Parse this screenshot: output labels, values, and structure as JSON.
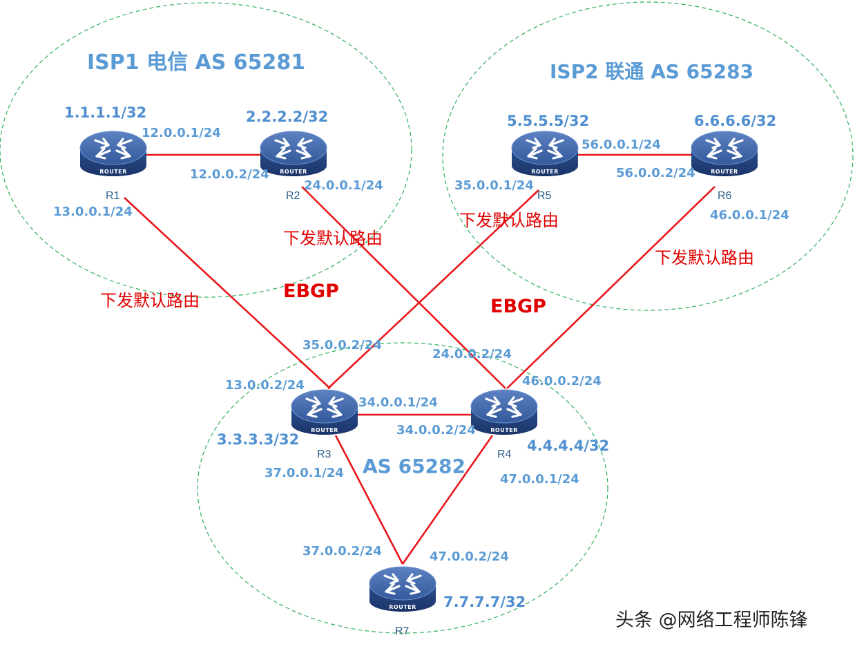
{
  "as_regions": [
    {
      "id": "isp1",
      "label": "ISP1 电信 AS 65281"
    },
    {
      "id": "isp2",
      "label": "ISP2 联通 AS 65283"
    },
    {
      "id": "local",
      "label": "AS 65282"
    }
  ],
  "routers": [
    {
      "id": "R1",
      "name": "R1",
      "icon_text": "ROUTER",
      "loopback": "1.1.1.1/32"
    },
    {
      "id": "R2",
      "name": "R2",
      "icon_text": "ROUTER",
      "loopback": "2.2.2.2/32"
    },
    {
      "id": "R3",
      "name": "R3",
      "icon_text": "ROUTER",
      "loopback": "3.3.3.3/32"
    },
    {
      "id": "R4",
      "name": "R4",
      "icon_text": "ROUTER",
      "loopback": "4.4.4.4/32"
    },
    {
      "id": "R5",
      "name": "R5",
      "icon_text": "ROUTER",
      "loopback": "5.5.5.5/32"
    },
    {
      "id": "R6",
      "name": "R6",
      "icon_text": "ROUTER",
      "loopback": "6.6.6.6/32"
    },
    {
      "id": "R7",
      "name": "R7",
      "icon_text": "ROUTER",
      "loopback": "7.7.7.7/32"
    }
  ],
  "links": [
    {
      "id": "r1-r2",
      "from": "R1",
      "to": "R2",
      "ip_a": "12.0.0.1/24",
      "ip_b": "12.0.0.2/24"
    },
    {
      "id": "r5-r6",
      "from": "R5",
      "to": "R6",
      "ip_a": "56.0.0.1/24",
      "ip_b": "56.0.0.2/24"
    },
    {
      "id": "r1-r3",
      "from": "R1",
      "to": "R3",
      "ip_a": "13.0.0.1/24",
      "ip_b": "13.0.0.2/24"
    },
    {
      "id": "r2-r4",
      "from": "R2",
      "to": "R4",
      "ip_a": "24.0.0.1/24",
      "ip_b": "24.0.0.2/24"
    },
    {
      "id": "r5-r3",
      "from": "R5",
      "to": "R3",
      "ip_a": "35.0.0.1/24",
      "ip_b": "35.0.0.2/24"
    },
    {
      "id": "r6-r4",
      "from": "R6",
      "to": "R4",
      "ip_a": "46.0.0.1/24",
      "ip_b": "46.0.0.2/24"
    },
    {
      "id": "r3-r4",
      "from": "R3",
      "to": "R4",
      "ip_a": "34.0.0.1/24",
      "ip_b": "34.0.0.2/24"
    },
    {
      "id": "r3-r7",
      "from": "R3",
      "to": "R7",
      "ip_a": "37.0.0.1/24",
      "ip_b": "37.0.0.2/24"
    },
    {
      "id": "r4-r7",
      "from": "R4",
      "to": "R7",
      "ip_a": "47.0.0.1/24",
      "ip_b": "47.0.0.2/24"
    }
  ],
  "annotations": {
    "default_route": "下发默认路由",
    "ebgp": "EBGP"
  },
  "watermark": "头条 @网络工程师陈锋",
  "colors": {
    "link": "#e8161b",
    "as_border": "#2eb05a",
    "label_blue": "#5b9bd5",
    "annotation_red": "#e00000",
    "router_body": "#2f5aa0"
  }
}
